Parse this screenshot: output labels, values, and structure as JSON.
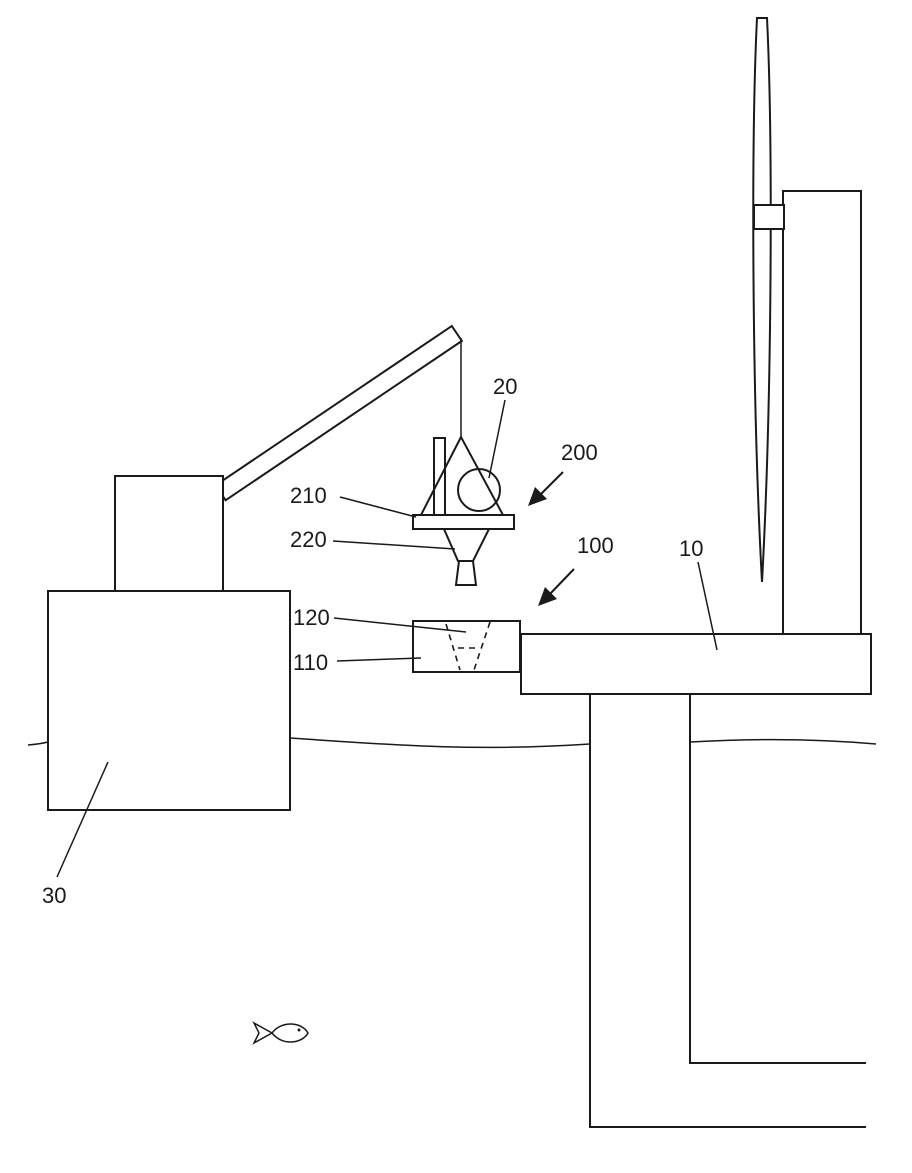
{
  "labels": {
    "platform": "10",
    "payload": "20",
    "vessel": "30",
    "receiver_assembly": "100",
    "receiver_base": "110",
    "receiver_funnel": "120",
    "lifted_assembly": "200",
    "carrier_plate": "210",
    "guide_cone": "220"
  }
}
